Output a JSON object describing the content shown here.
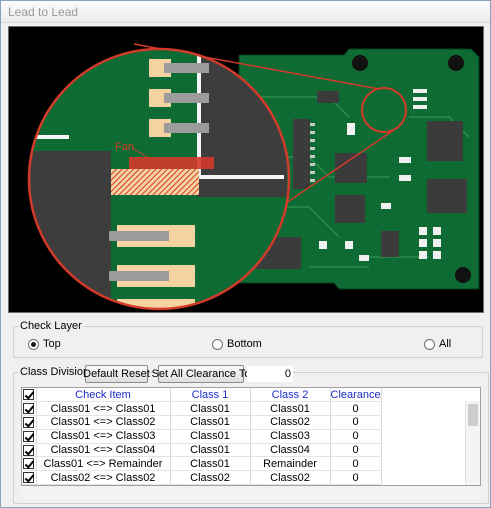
{
  "window": {
    "title": "Lead to Lead"
  },
  "pcb": {
    "marker_label": "Fan"
  },
  "check_layer": {
    "label": "Check Layer",
    "options": [
      "Top",
      "Bottom",
      "All"
    ],
    "selected": "Top"
  },
  "class_division": {
    "label": "Class Division",
    "default_reset_label": "Default Reset",
    "set_all_label": "Set All Clearance To",
    "set_all_value": "0"
  },
  "table": {
    "columns": [
      "Check Item",
      "Class 1",
      "Class 2",
      "Clearance"
    ],
    "rows": [
      {
        "item": "Class01 <=> Class01",
        "c1": "Class01",
        "c2": "Class01",
        "clearance": "0"
      },
      {
        "item": "Class01 <=> Class02",
        "c1": "Class01",
        "c2": "Class02",
        "clearance": "0"
      },
      {
        "item": "Class01 <=> Class03",
        "c1": "Class01",
        "c2": "Class03",
        "clearance": "0"
      },
      {
        "item": "Class01 <=> Class04",
        "c1": "Class01",
        "c2": "Class04",
        "clearance": "0"
      },
      {
        "item": "Class01 <=> Remainder",
        "c1": "Class01",
        "c2": "Remainder",
        "clearance": "0"
      },
      {
        "item": "Class02 <=> Class02",
        "c1": "Class02",
        "c2": "Class02",
        "clearance": "0"
      }
    ]
  },
  "colors": {
    "board": "#0e6b33",
    "copper_highlight": "#d23a2a",
    "pad": "#f5d3a0",
    "header_text": "#1b2ec8"
  }
}
